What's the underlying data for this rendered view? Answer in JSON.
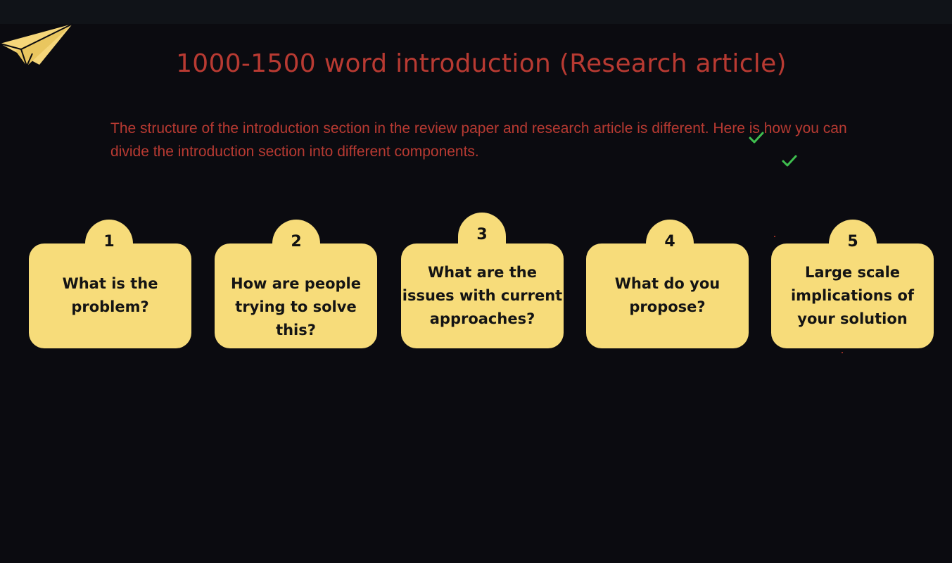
{
  "slide": {
    "title": "1000-1500 word introduction (Research article)",
    "intro": "The structure of the introduction section in the review paper and research article is different. Here is how you can divide the introduction section into different components.",
    "colors": {
      "background": "#0b0b10",
      "accent_text": "#b83a32",
      "card": "#f7dc7a",
      "check": "#3fbf4f"
    },
    "steps": [
      {
        "number": "1",
        "text": "What is the problem?"
      },
      {
        "number": "2",
        "text": "How are people trying to solve this?"
      },
      {
        "number": "3",
        "text": "What are the issues with current approaches?"
      },
      {
        "number": "4",
        "text": "What do you propose?"
      },
      {
        "number": "5",
        "text": "Large scale implications of your solution"
      }
    ],
    "icons": [
      "paper-plane-icon",
      "checkmark-icon"
    ]
  }
}
